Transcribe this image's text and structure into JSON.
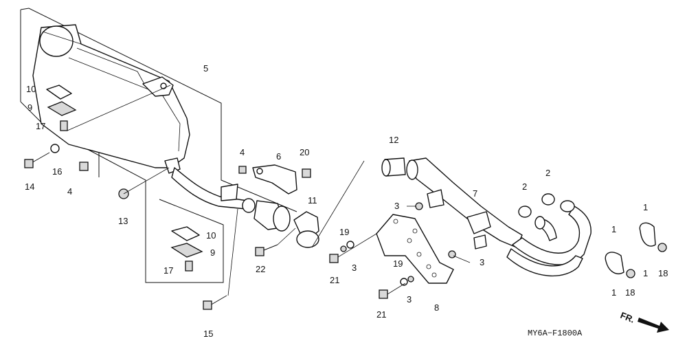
{
  "diagram": {
    "code": "MY6A−F1800A",
    "direction_label": "FR.",
    "callouts": {
      "c5": "5",
      "c10a": "10",
      "c9a": "9",
      "c17a": "17",
      "c14": "14",
      "c16": "16",
      "c4a": "4",
      "c13": "13",
      "c4b": "4",
      "c6": "6",
      "c20": "20",
      "c11": "11",
      "c10b": "10",
      "c9b": "9",
      "c17b": "17",
      "c22": "22",
      "c15": "15",
      "c12": "12",
      "c3a": "3",
      "c19a": "19",
      "c3b": "3",
      "c21a": "21",
      "c19b": "19",
      "c3c": "3",
      "c21b": "21",
      "c8": "8",
      "c7": "7",
      "c3d": "3",
      "c2a": "2",
      "c2b": "2",
      "c1a": "1",
      "c1b": "1",
      "c1c": "1",
      "c1d": "1",
      "c18a": "18",
      "c18b": "18"
    }
  }
}
